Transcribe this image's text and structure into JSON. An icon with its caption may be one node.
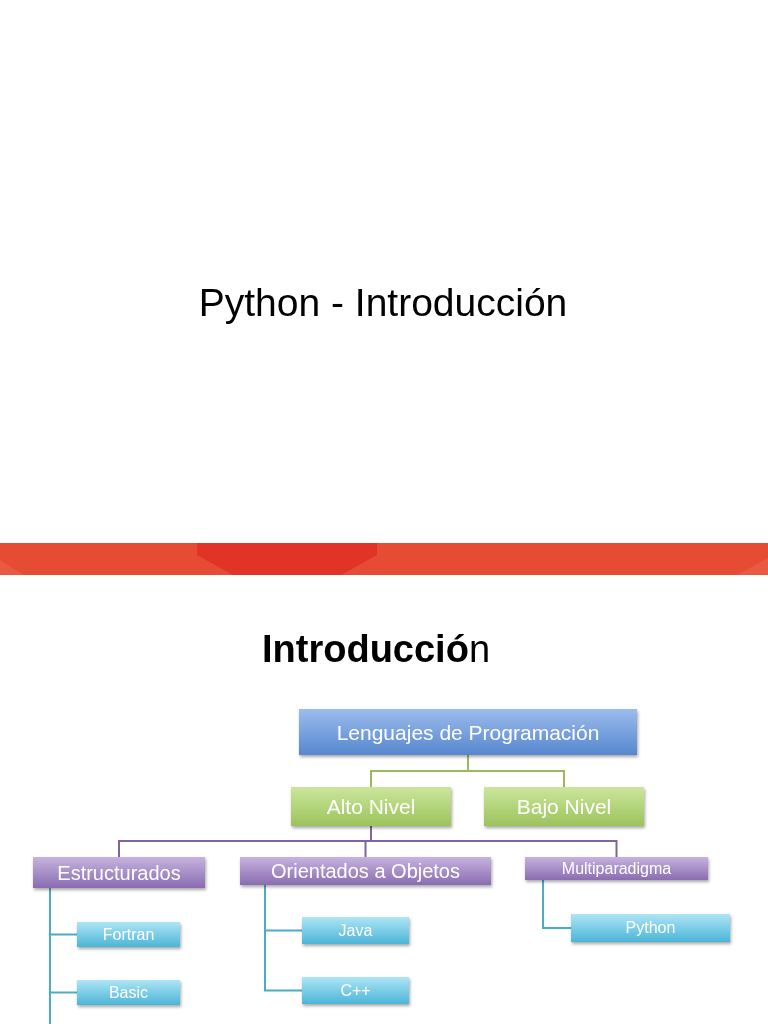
{
  "diagram": {
    "title": "**Introducció**n",
    "nodes": [
      {
        "text": [
          "Lenguajes de Programación"
        ]
      },
      {
        "text": [
          "Alto Nivel"
        ]
      },
      {
        "text": [
          "Bajo Nivel"
        ]
      },
      {
        "text": [
          "Estructurados"
        ]
      },
      {
        "text": [
          "Orientados a Objetos"
        ]
      },
      {
        "text": [
          "Multiparadigma"
        ]
      },
      {
        "text": [
          "Fortran"
        ]
      },
      {
        "text": [
          "Java"
        ]
      },
      {
        "text": [
          "Python"
        ]
      },
      {
        "text": [
          "Basic"
        ]
      },
      {
        "text": [
          "C++"
        ]
      }
    ],
    "edges": [
      {
        "from": 0,
        "to": 1,
        "arrow": "none",
        "color": "#9bbb59"
      },
      {
        "from": 0,
        "to": 2,
        "arrow": "none",
        "color": "#9bbb59"
      },
      {
        "from": 1,
        "to": 3,
        "arrow": "none",
        "color": "#8064a2"
      },
      {
        "from": 1,
        "to": 4,
        "arrow": "none",
        "color": "#8064a2"
      },
      {
        "from": 1,
        "to": 5,
        "arrow": "none",
        "color": "#8064a2"
      },
      {
        "from": 3,
        "to": 6,
        "arrow": "none"
      },
      {
        "from": 3,
        "to": 9,
        "arrow": "none"
      },
      {
        "from": 3,
        "to": null,
        "arrow": "none"
      },
      {
        "from": 4,
        "to": 7,
        "arrow": "none"
      },
      {
        "from": 4,
        "to": 10,
        "arrow": "none"
      },
      {
        "from": 5,
        "to": 8,
        "arrow": "none"
      }
    ],
    "labels": [
      "Python - Introducción"
    ]
  }
}
